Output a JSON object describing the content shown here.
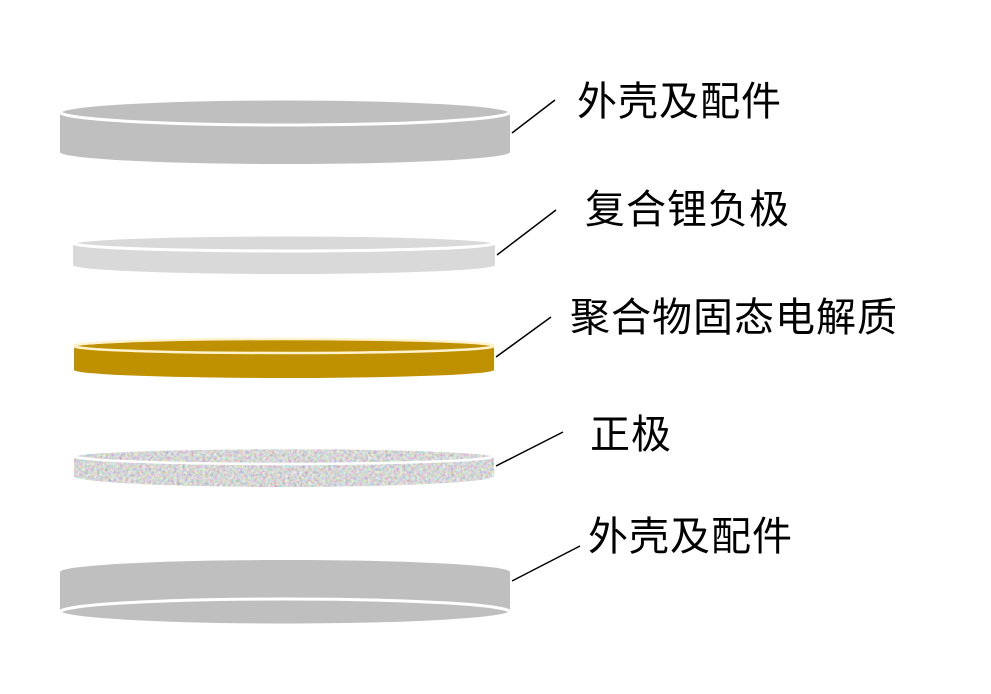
{
  "diagram": {
    "title": "",
    "layers": [
      {
        "id": "top-shell",
        "label": "外壳及配件",
        "color": "#bfbfbf",
        "texture": "solid"
      },
      {
        "id": "composite-lithium-anode",
        "label": "复合锂负极",
        "color": "#d9d9d9",
        "texture": "solid"
      },
      {
        "id": "polymer-solid-electrolyte",
        "label": "聚合物固态电解质",
        "color": "#bf9000",
        "texture": "solid"
      },
      {
        "id": "cathode",
        "label": "正极",
        "color": "#8c8c8c",
        "texture": "speckled-gray"
      },
      {
        "id": "bottom-shell",
        "label": "外壳及配件",
        "color": "#bfbfbf",
        "texture": "solid"
      }
    ],
    "rim_color": "#ffffff",
    "leader_line_color": "#000000"
  }
}
